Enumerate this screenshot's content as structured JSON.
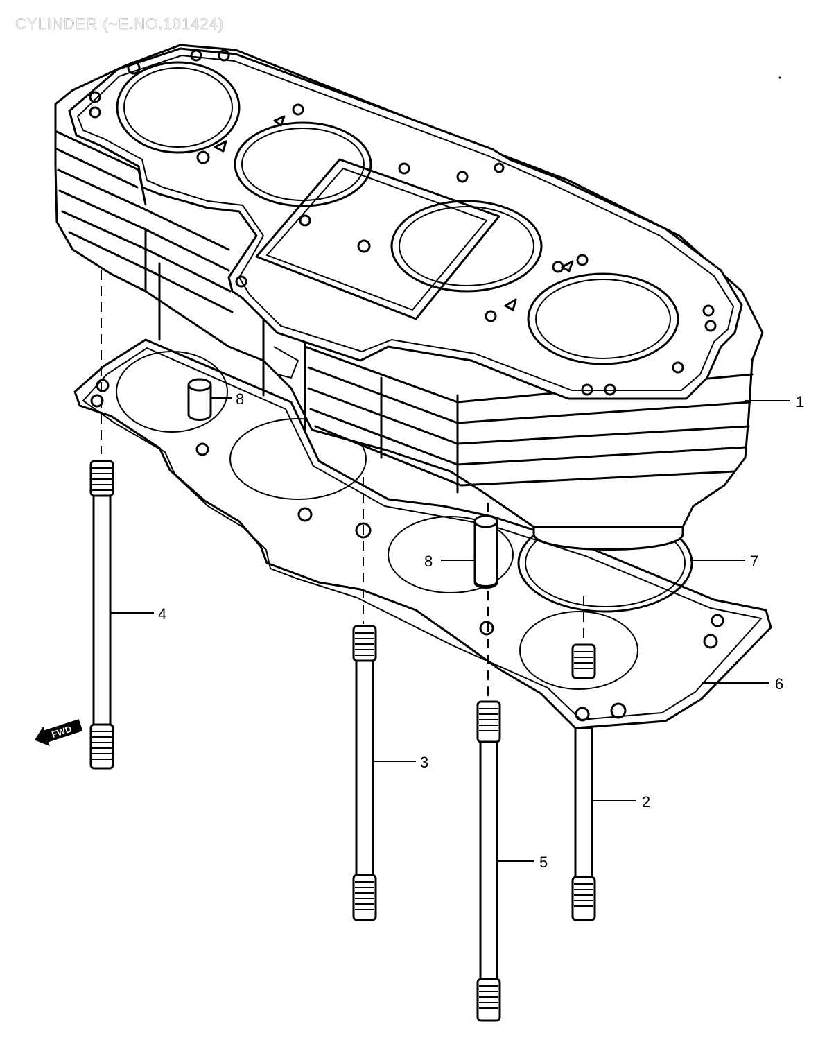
{
  "diagram": {
    "title": "CYLINDER (~E.NO.101424)",
    "callouts": [
      "1",
      "2",
      "3",
      "4",
      "5",
      "6",
      "7",
      "8",
      "8"
    ],
    "direction_label": "FWD"
  }
}
